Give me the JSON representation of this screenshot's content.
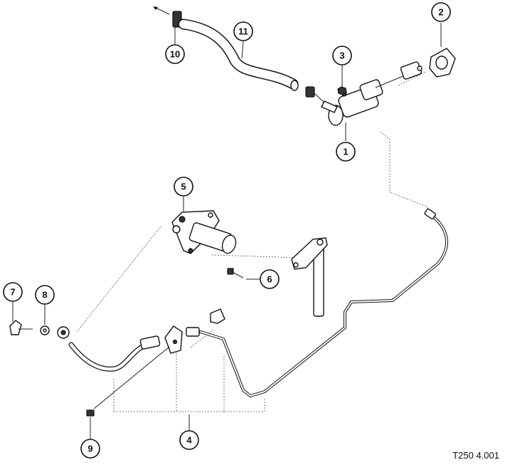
{
  "callouts": [
    "1",
    "2",
    "3",
    "4",
    "5",
    "6",
    "7",
    "8",
    "9",
    "10",
    "11"
  ],
  "figure_id": "T250 4.001"
}
